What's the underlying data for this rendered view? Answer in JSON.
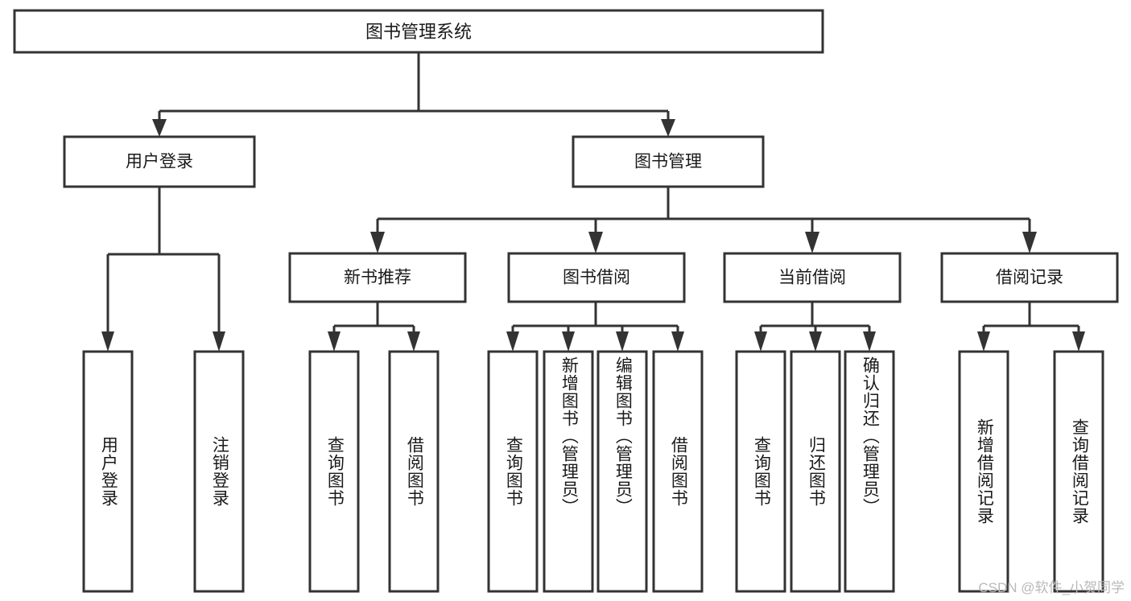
{
  "diagram": {
    "type": "hierarchy-tree",
    "title_node": {
      "label": "图书管理系统"
    },
    "level2": [
      {
        "id": "user-login",
        "label": "用户登录"
      },
      {
        "id": "book-management",
        "label": "图书管理"
      }
    ],
    "level3": [
      {
        "id": "new-book-recommend",
        "label": "新书推荐",
        "parent": "book-management"
      },
      {
        "id": "book-borrow",
        "label": "图书借阅",
        "parent": "book-management"
      },
      {
        "id": "current-borrow",
        "label": "当前借阅",
        "parent": "book-management"
      },
      {
        "id": "borrow-record",
        "label": "借阅记录",
        "parent": "book-management"
      }
    ],
    "leaves": [
      {
        "id": "leaf-user-login",
        "label": "用户登录",
        "parent": "user-login"
      },
      {
        "id": "leaf-logout-login",
        "label": "注销登录",
        "parent": "user-login"
      },
      {
        "id": "leaf-query-book-1",
        "label": "查询图书",
        "parent": "new-book-recommend"
      },
      {
        "id": "leaf-borrow-book-1",
        "label": "借阅图书",
        "parent": "new-book-recommend"
      },
      {
        "id": "leaf-query-book-2",
        "label": "查询图书",
        "parent": "book-borrow"
      },
      {
        "id": "leaf-add-book",
        "label": "新增图书（管理员）",
        "parent": "book-borrow"
      },
      {
        "id": "leaf-edit-book",
        "label": "编辑图书（管理员）",
        "parent": "book-borrow"
      },
      {
        "id": "leaf-borrow-book-2",
        "label": "借阅图书",
        "parent": "book-borrow"
      },
      {
        "id": "leaf-query-book-3",
        "label": "查询图书",
        "parent": "current-borrow"
      },
      {
        "id": "leaf-return-book",
        "label": "归还图书",
        "parent": "current-borrow"
      },
      {
        "id": "leaf-confirm-return",
        "label": "确认归还（管理员）",
        "parent": "current-borrow"
      },
      {
        "id": "leaf-add-record",
        "label": "新增借阅记录",
        "parent": "borrow-record"
      },
      {
        "id": "leaf-query-record",
        "label": "查询借阅记录",
        "parent": "borrow-record"
      }
    ],
    "colors": {
      "box_stroke": "#333333",
      "box_fill": "#ffffff",
      "text": "#1a1a1a",
      "background": "#ffffff",
      "watermark": "#b9b9b9"
    }
  },
  "watermark": {
    "text": "CSDN @软件_小贺同学"
  }
}
